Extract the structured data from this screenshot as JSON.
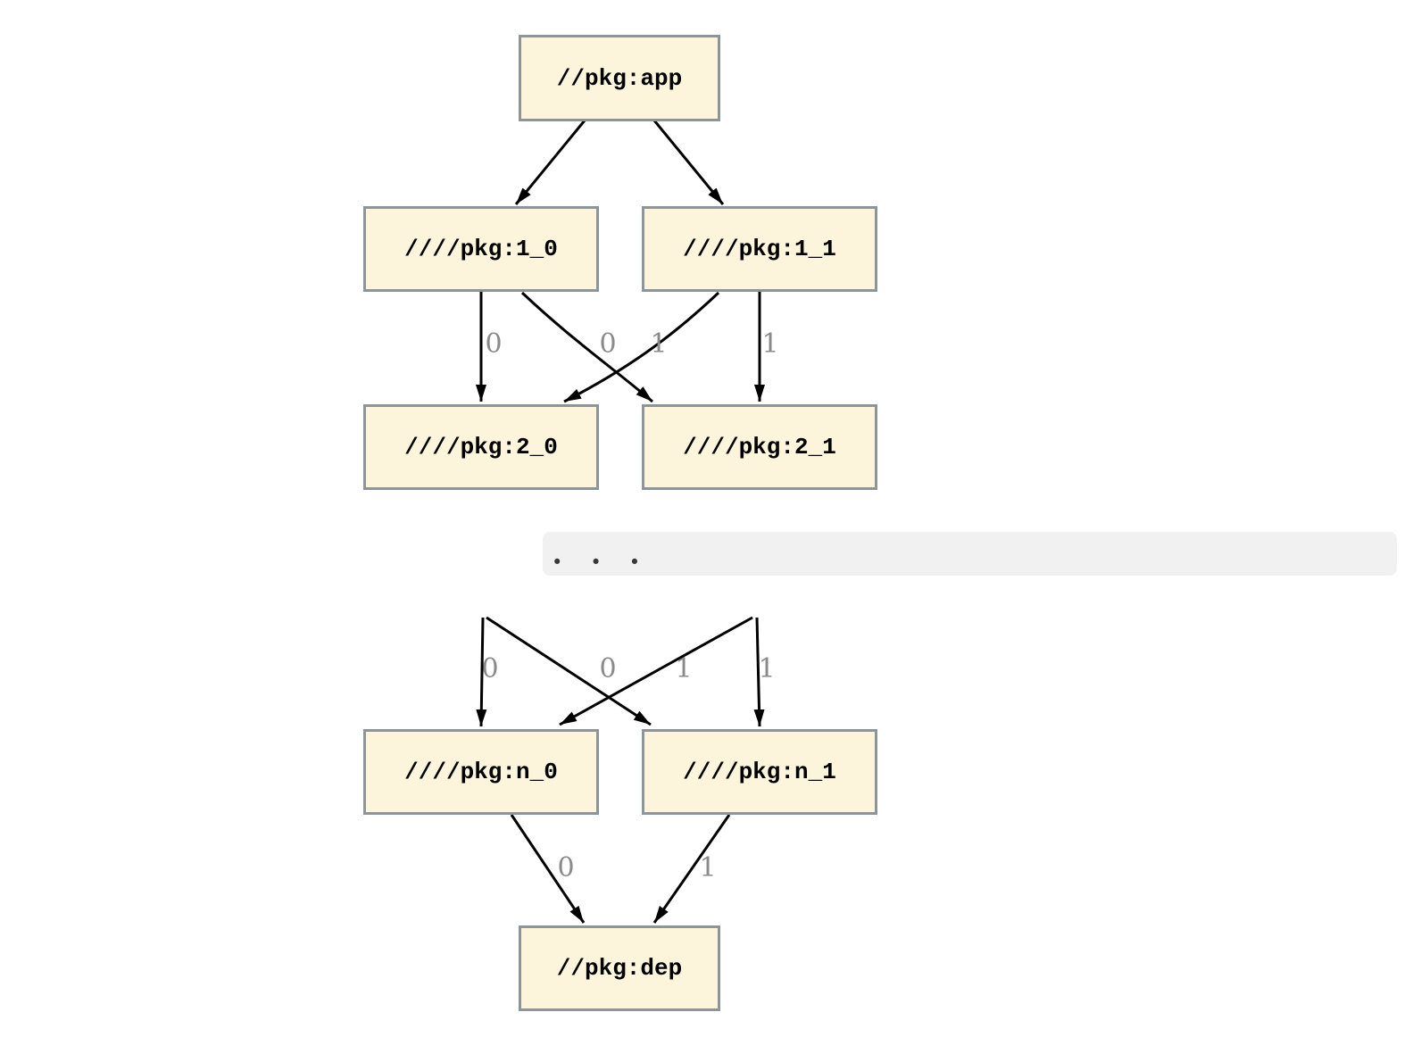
{
  "diagram": {
    "type": "dependency-graph",
    "nodes": [
      {
        "id": "app",
        "label": "//pkg:app"
      },
      {
        "id": "1_0",
        "label": "////pkg:1_0"
      },
      {
        "id": "1_1",
        "label": "////pkg:1_1"
      },
      {
        "id": "2_0",
        "label": "////pkg:2_0"
      },
      {
        "id": "2_1",
        "label": "////pkg:2_1"
      },
      {
        "id": "n_0",
        "label": "////pkg:n_0"
      },
      {
        "id": "n_1",
        "label": "////pkg:n_1"
      },
      {
        "id": "dep",
        "label": "//pkg:dep"
      }
    ],
    "edges": [
      {
        "from": "//pkg:app",
        "to": "////pkg:1_0",
        "label": ""
      },
      {
        "from": "//pkg:app",
        "to": "////pkg:1_1",
        "label": ""
      },
      {
        "from": "////pkg:1_0",
        "to": "////pkg:2_0",
        "label": "0"
      },
      {
        "from": "////pkg:1_1",
        "to": "////pkg:2_0",
        "label": "0"
      },
      {
        "from": "////pkg:1_0",
        "to": "////pkg:2_1",
        "label": "1"
      },
      {
        "from": "////pkg:1_1",
        "to": "////pkg:2_1",
        "label": "1"
      },
      {
        "from": "(elided)",
        "to": "////pkg:n_0",
        "label": "0"
      },
      {
        "from": "(elided)",
        "to": "////pkg:n_0",
        "label": "0"
      },
      {
        "from": "(elided)",
        "to": "////pkg:n_1",
        "label": "1"
      },
      {
        "from": "(elided)",
        "to": "////pkg:n_1",
        "label": "1"
      },
      {
        "from": "////pkg:n_0",
        "to": "//pkg:dep",
        "label": "0"
      },
      {
        "from": "////pkg:n_1",
        "to": "//pkg:dep",
        "label": "1"
      }
    ],
    "ellipsis_dots": [
      "•",
      "•",
      "•"
    ],
    "colors": {
      "node-fill": "#FCF5DC",
      "node-border": "#8D949A",
      "edge": "#000000",
      "edge-label": "#8A8A8A",
      "band": "#F1F1F1",
      "dots": "#383838"
    }
  }
}
